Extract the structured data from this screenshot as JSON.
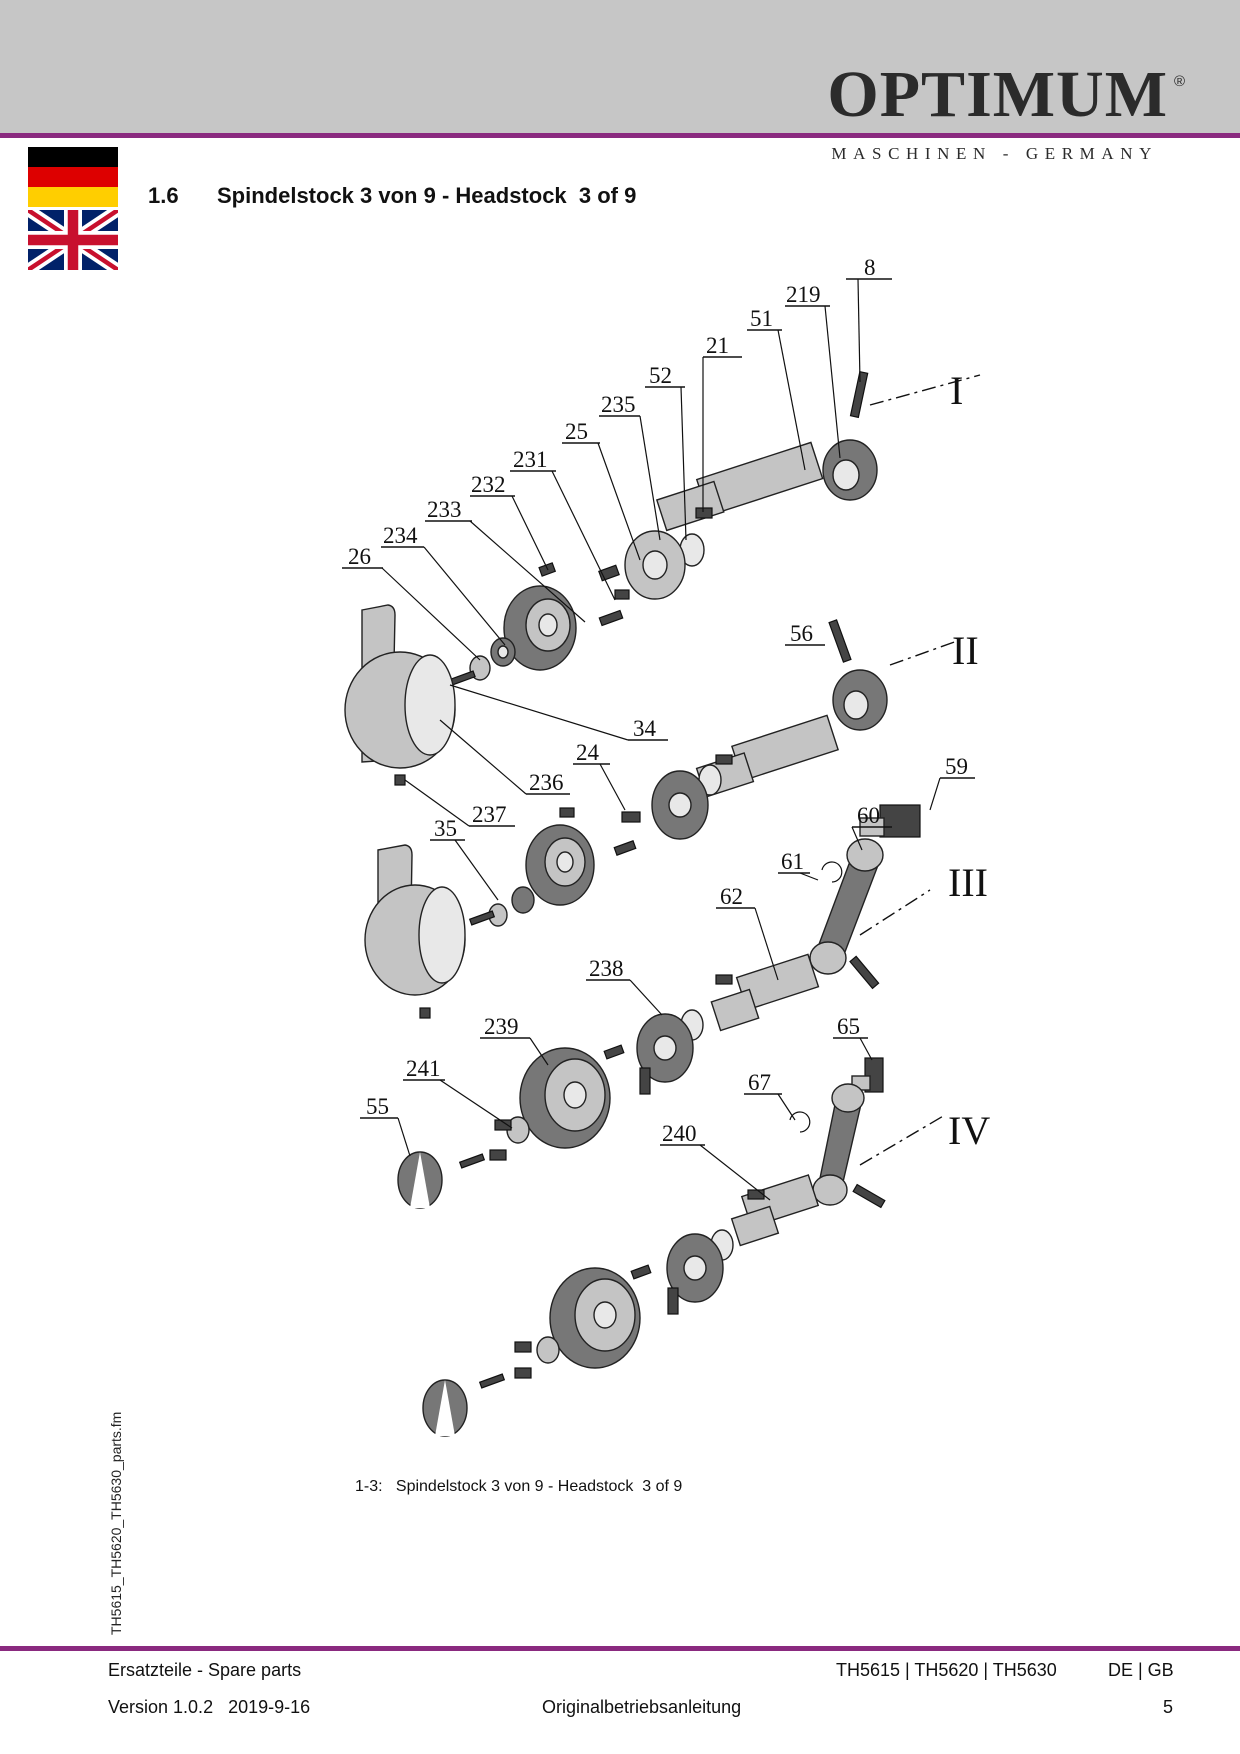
{
  "header": {
    "brand": "OPTIMUM",
    "registered": "®",
    "tagline": "MASCHINEN - GERMANY",
    "flags": [
      "german-flag",
      "uk-flag"
    ]
  },
  "section": {
    "number": "1.6",
    "title": "Spindelstock 3 von 9 - Headstock  3 of 9"
  },
  "drawing": {
    "callouts": [
      "8",
      "219",
      "51",
      "21",
      "52",
      "235",
      "25",
      "231",
      "232",
      "233",
      "234",
      "26",
      "56",
      "34",
      "24",
      "236",
      "237",
      "35",
      "59",
      "60",
      "61",
      "62",
      "238",
      "239",
      "65",
      "241",
      "67",
      "55",
      "240"
    ],
    "assemblies": [
      "I",
      "II",
      "III",
      "IV"
    ]
  },
  "figure_caption": "1-3:   Spindelstock 3 von 9 - Headstock  3 of 9",
  "side_label": "TH5615_TH5620_TH5630_parts.fm",
  "footer": {
    "left": "Ersatzteile - Spare parts",
    "models": "TH5615 | TH5620 | TH5630",
    "languages": "DE | GB",
    "version": "Version 1.0.2   2019-9-16",
    "center": "Originalbetriebsanleitung",
    "page": "5"
  },
  "colors": {
    "header_band": "#c6c6c6",
    "accent_rule": "#8a2a7f",
    "brand_text": "#2b2b2b"
  }
}
